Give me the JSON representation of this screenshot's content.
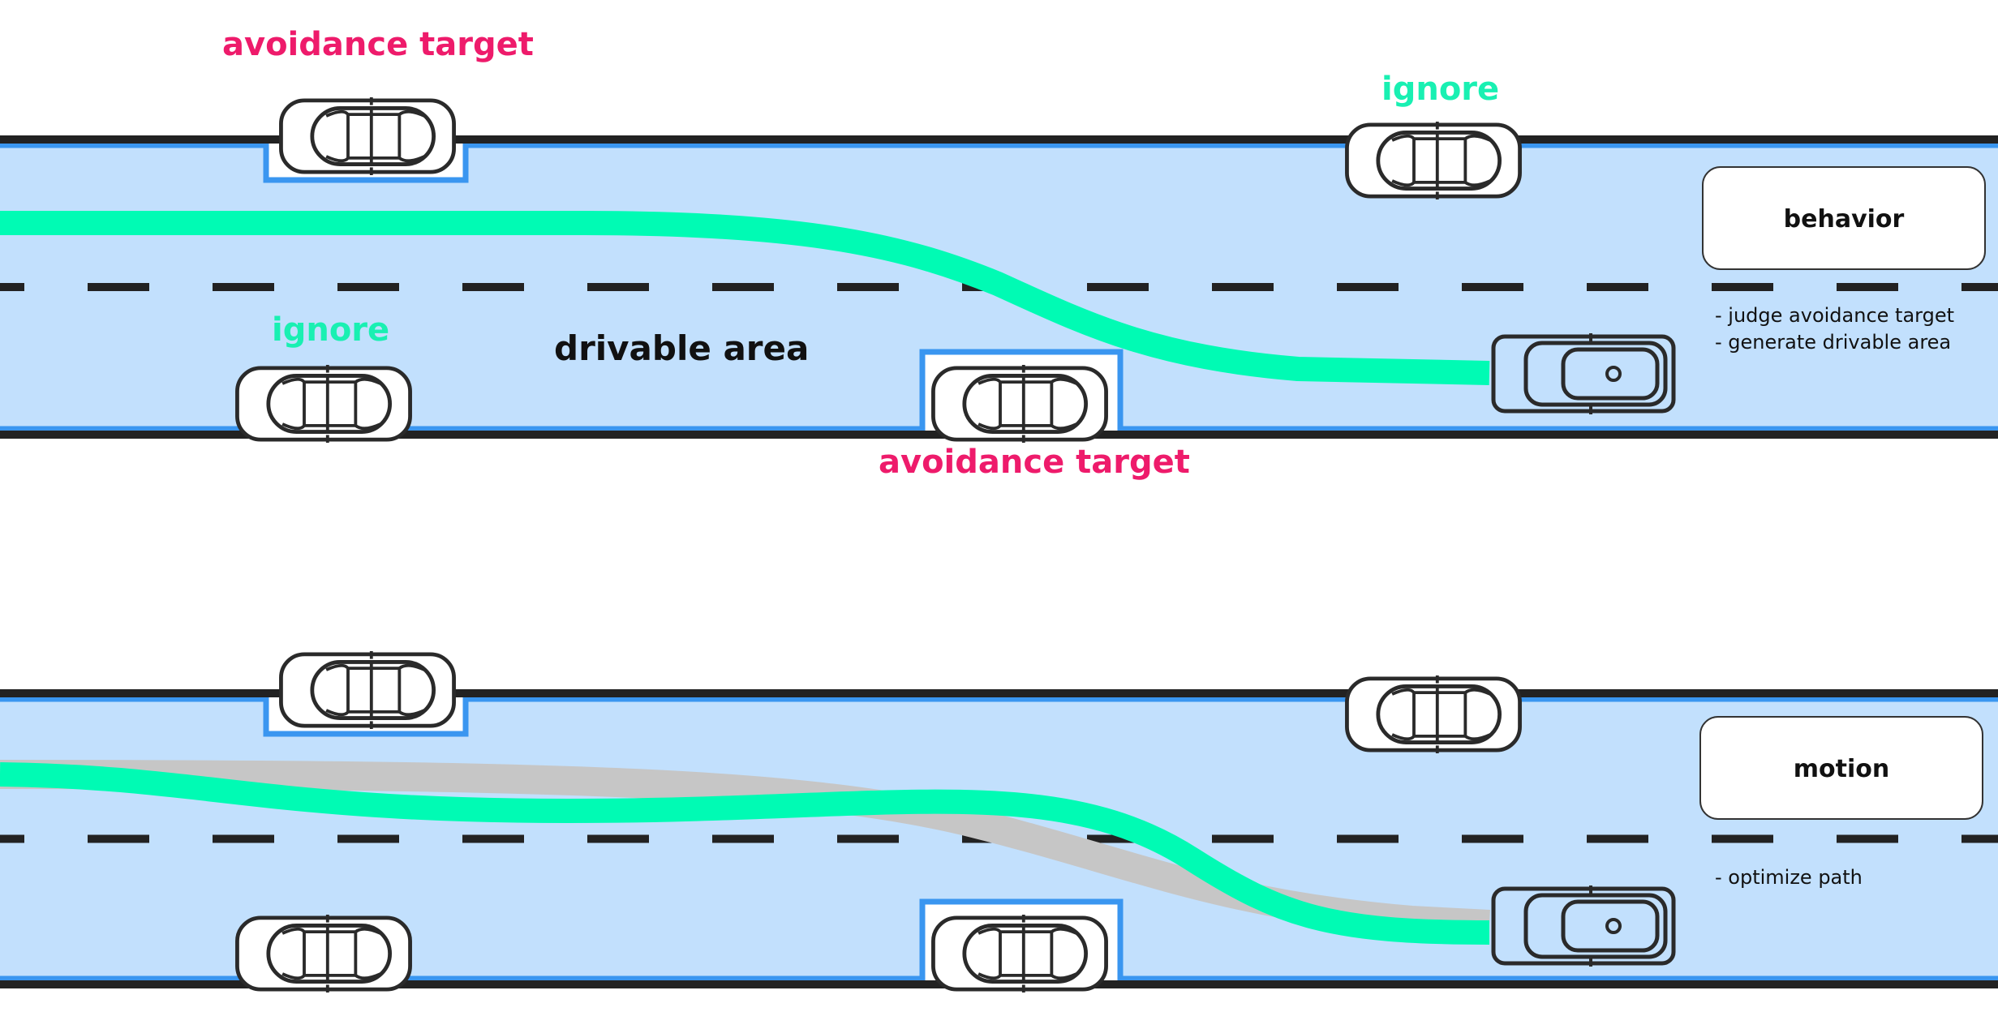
{
  "colors": {
    "road_fill": "#c2e0fd",
    "road_edge": "#222222",
    "drivable_boundary": "#3a96f0",
    "path": "#00fbb4",
    "reference_path": "#c6c6c6",
    "avoid_label": "#ee1b6b",
    "ignore_label": "#19f0b2",
    "car_outline": "#2a2a2a"
  },
  "icons": {
    "car": "car-topdown-icon",
    "ego": "ego-vehicle-icon"
  },
  "behavior_panel": {
    "labels": {
      "avoid_top": "avoidance target",
      "avoid_bottom": "avoidance target",
      "ignore_top": "ignore",
      "ignore_bottom": "ignore",
      "drivable_area": "drivable area"
    },
    "box_title": "behavior",
    "notes": [
      "- judge avoidance target",
      "- generate drivable area"
    ]
  },
  "motion_panel": {
    "box_title": "motion",
    "notes": [
      "- optimize path"
    ]
  }
}
